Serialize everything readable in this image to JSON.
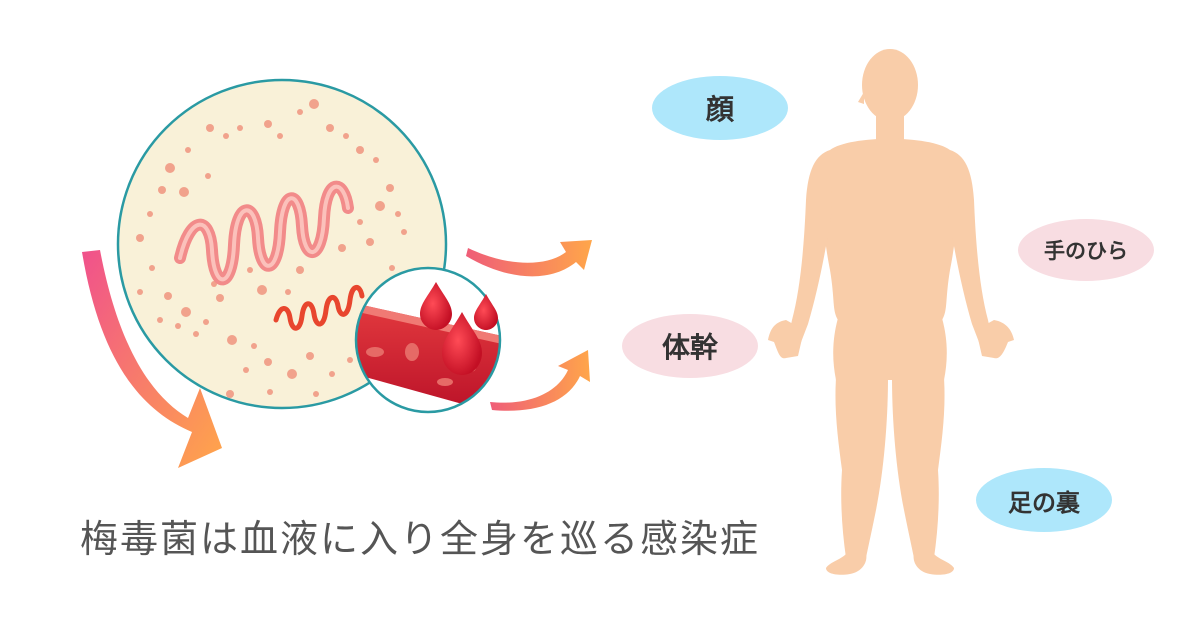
{
  "caption": "梅毒菌は血液に入り全身を巡る感染症",
  "labels": {
    "face": "顔",
    "palm": "手のひら",
    "trunk": "体幹",
    "sole": "足の裏"
  },
  "colors": {
    "blue_bubble": "#aee7fb",
    "pink_bubble": "#f8dde2",
    "body_skin": "#f9cda9",
    "blood": "#d6162a",
    "arrow_start": "#f0518c",
    "arrow_end": "#ffa64a",
    "circle_border": "#2a9aa3",
    "circle_fill": "#f9f1d8"
  }
}
